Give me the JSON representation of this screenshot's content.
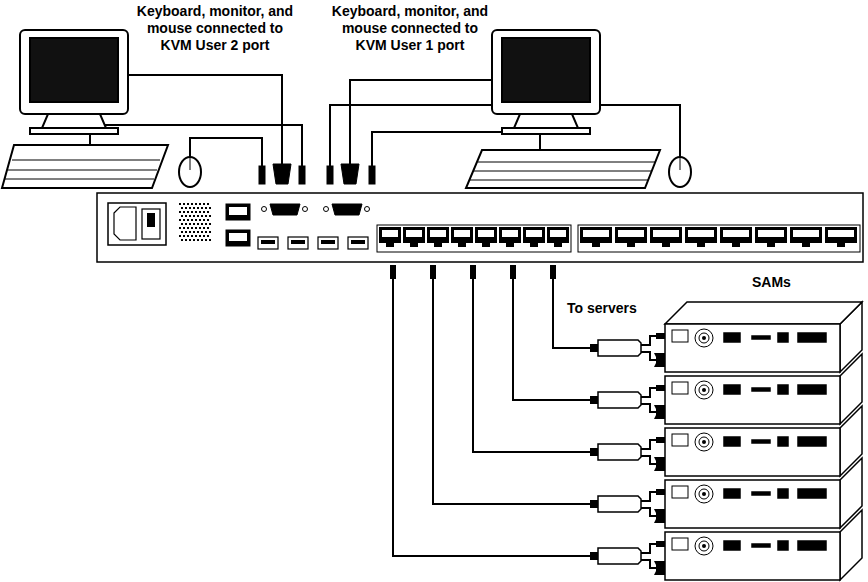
{
  "diagram": {
    "labels": [
      "Keyboard, monitor, and mouse connected to KVM User 2 port",
      "Keyboard, monitor, and mouse connected to KVM User 1 port",
      "To servers",
      "SAMs"
    ]
  }
}
